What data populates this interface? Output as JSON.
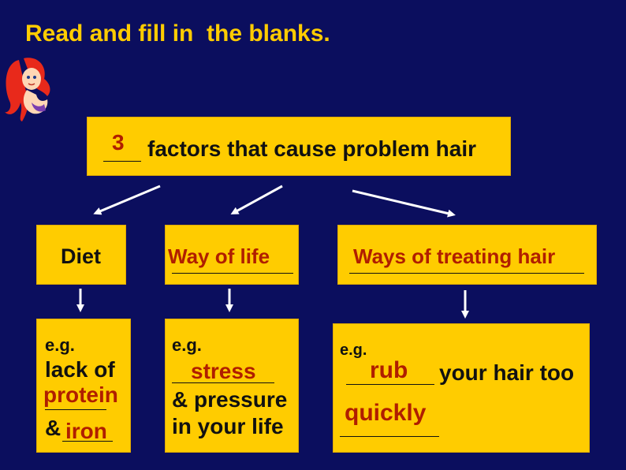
{
  "slide": {
    "title": "Read and fill in  the blanks.",
    "top_box": {
      "answer": "3",
      "suffix": "factors that cause problem hair"
    },
    "categories": [
      {
        "label": "Diet"
      },
      {
        "answer": "Way of life"
      },
      {
        "answer": "Ways of treating hair"
      }
    ],
    "details": [
      {
        "eg": "e.g.",
        "line1": "lack of",
        "answer1": "protein",
        "prefix2": "&",
        "answer2": "iron"
      },
      {
        "eg": "e.g.",
        "answer1": "stress",
        "line2": "& pressure",
        "line3": "in your life"
      },
      {
        "eg": "e.g.",
        "answer1": "rub",
        "suffix1": "your hair too",
        "answer2": "quickly"
      }
    ],
    "colors": {
      "background": "#0b0e5e",
      "title": "#ffcc00",
      "box": "#ffcc00",
      "answer": "#b01e00"
    },
    "icons": [
      "mermaid-icon"
    ]
  }
}
